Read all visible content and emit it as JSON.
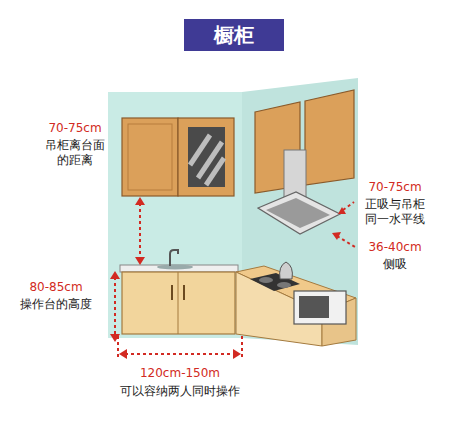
{
  "diagram": {
    "title": "橱柜",
    "labels": [
      "70-75cm",
      "吊柜离台面 的距离",
      "80-85cm",
      "操作台的高度",
      "120cm-150m",
      "可以容纳两人同时操作",
      "70-75cm",
      "正吸与吊柜 同一水平线",
      "36-40cm",
      "侧吸"
    ]
  }
}
